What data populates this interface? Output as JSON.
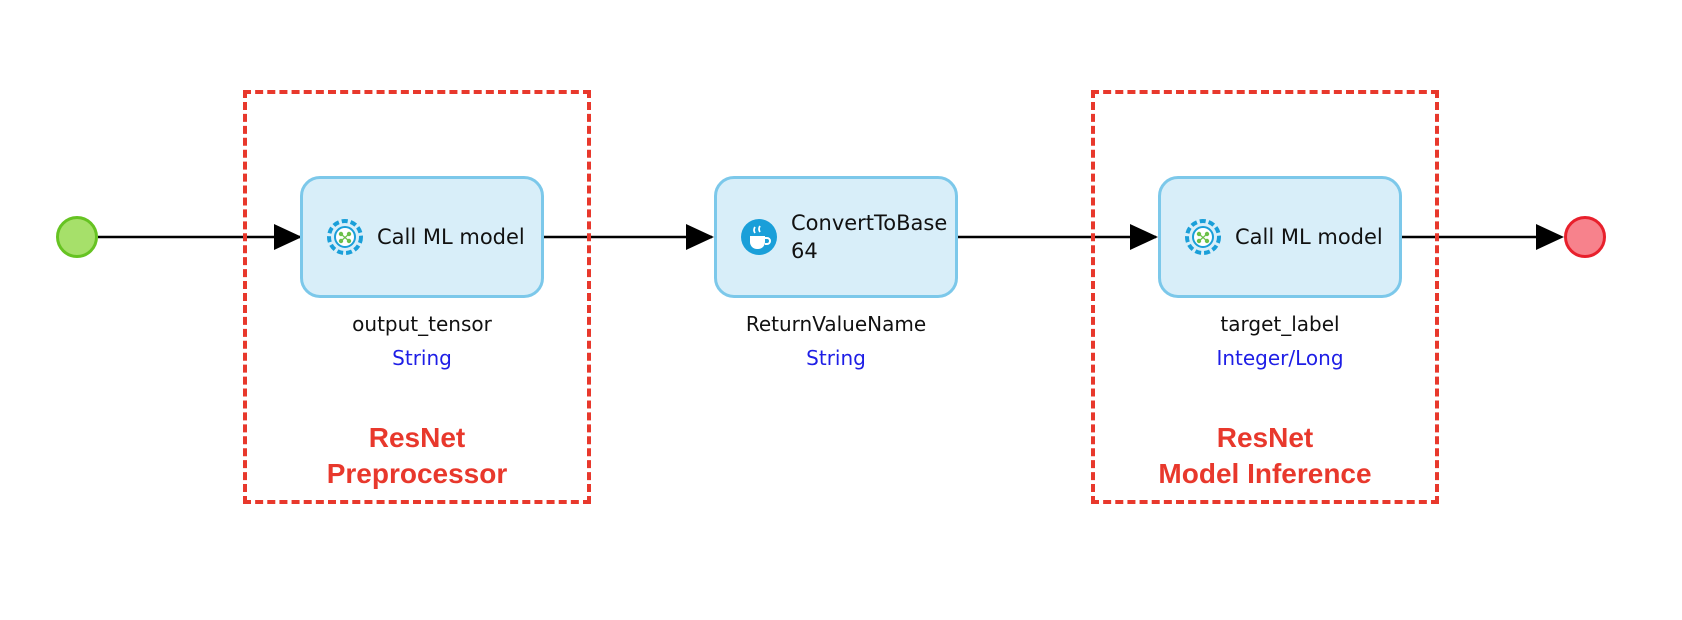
{
  "colors": {
    "annotation": "#e8382c",
    "activity_fill": "#d8eef9",
    "activity_border": "#7cc8ea",
    "type_text": "#1e1ee6",
    "start_fill": "#a6e06a",
    "start_border": "#66c322",
    "end_fill": "#f7828c",
    "end_border": "#e8202c"
  },
  "activities": [
    {
      "label": "Call ML model",
      "icon": "ml-gear-icon",
      "output_name": "output_tensor",
      "output_type": "String"
    },
    {
      "label": "ConvertToBase64",
      "icon": "java-cup-icon",
      "output_name": "ReturnValueName",
      "output_type": "String"
    },
    {
      "label": "Call ML model",
      "icon": "ml-gear-icon",
      "output_name": "target_label",
      "output_type": "Integer/Long"
    }
  ],
  "groups": [
    {
      "line1": "ResNet",
      "line2": "Preprocessor"
    },
    {
      "line1": "ResNet",
      "line2": "Model Inference"
    }
  ],
  "events": {
    "start": "start-event",
    "end": "end-event"
  }
}
